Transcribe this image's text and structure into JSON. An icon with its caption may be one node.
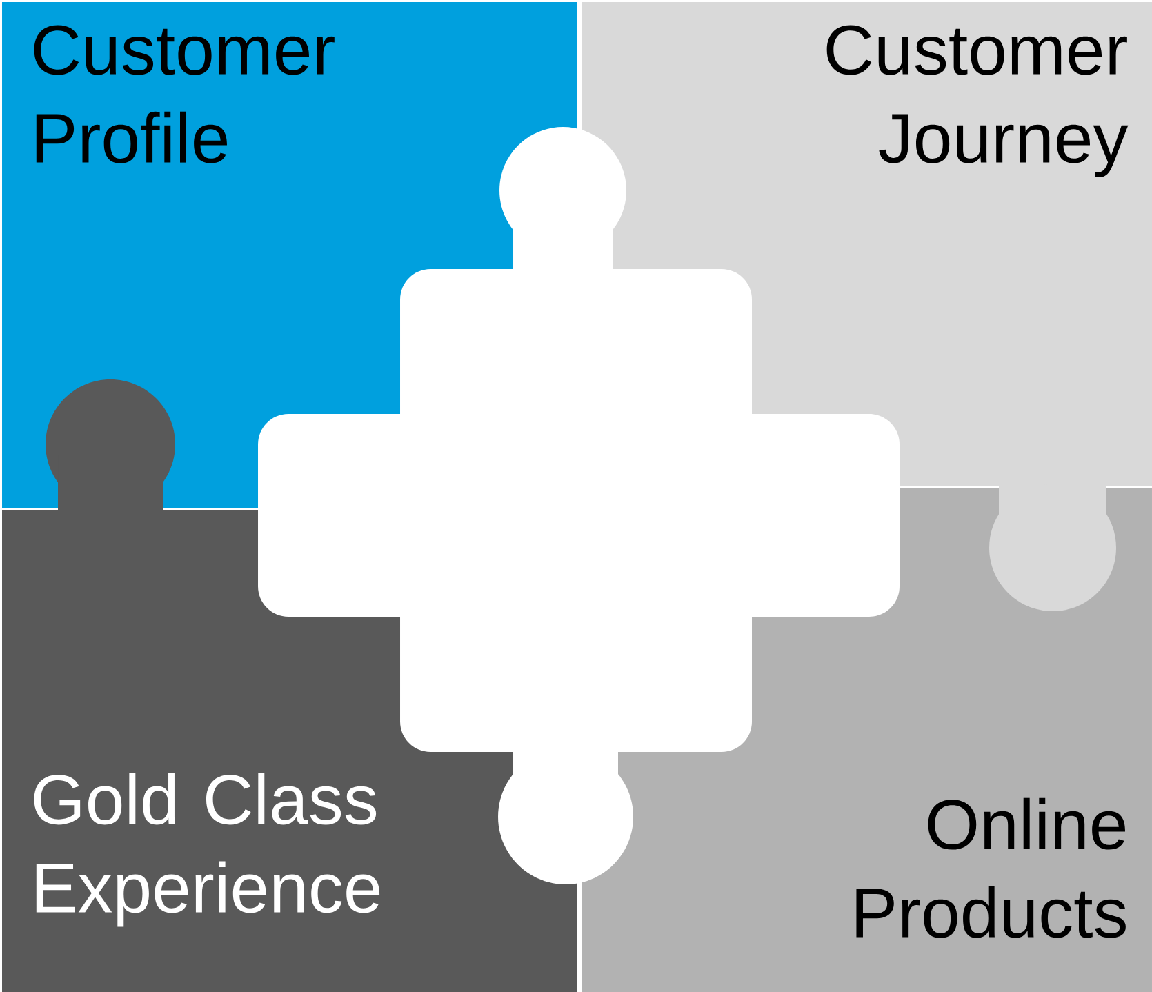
{
  "diagram": {
    "nodes": [
      {
        "text": [
          "Customer Profile"
        ]
      },
      {
        "text": [
          "Customer Journey"
        ]
      },
      {
        "text": [
          "Gold Class Experience"
        ]
      },
      {
        "text": [
          "Online Products"
        ]
      },
      {
        "text": [],
        "shape": "puzzle"
      }
    ]
  }
}
